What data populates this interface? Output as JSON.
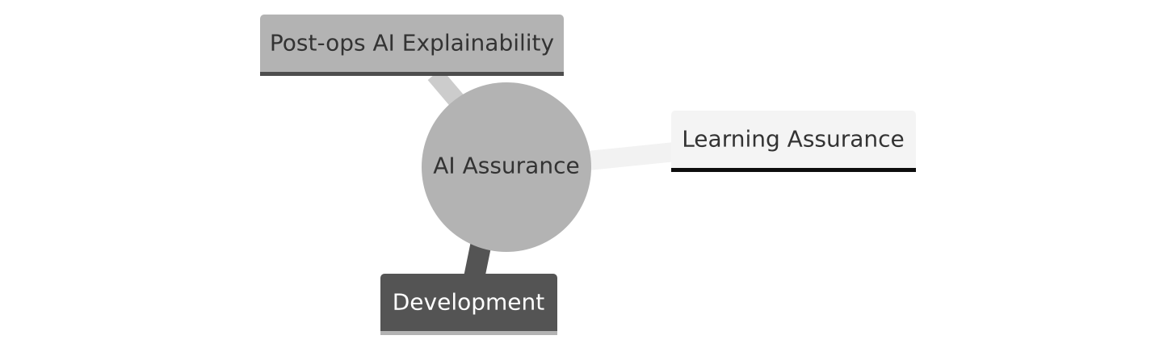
{
  "mindmap": {
    "root": {
      "label": "AI Assurance",
      "fill": "#b3b3b3",
      "text_color": "#333333"
    },
    "branches": [
      {
        "id": "post-ops",
        "label": "Post-ops AI Explainability",
        "fill": "#b3b3b3",
        "underline": "#4d4d4d",
        "edge_color": "#cccccc",
        "text_color": "#333333"
      },
      {
        "id": "learning",
        "label": "Learning Assurance",
        "fill": "#f4f4f4",
        "underline": "#0d0d0d",
        "edge_color": "#f2f2f2",
        "text_color": "#333333"
      },
      {
        "id": "development",
        "label": "Development",
        "fill": "#545454",
        "underline": "#b3b3b3",
        "edge_color": "#545454",
        "text_color": "#ffffff"
      }
    ]
  }
}
